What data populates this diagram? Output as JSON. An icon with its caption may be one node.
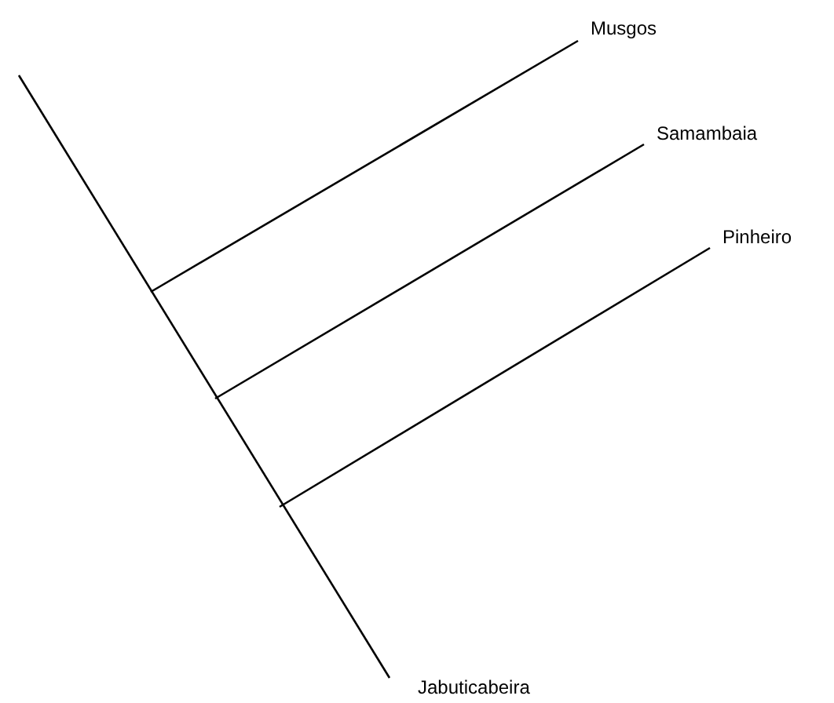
{
  "diagram": {
    "nodes": [
      {
        "text": [
          "Musgos"
        ]
      },
      {
        "text": [
          "Samambaia"
        ]
      },
      {
        "text": [
          "Pinheiro"
        ]
      },
      {
        "text": [
          "Jabuticabeira"
        ]
      }
    ],
    "edges": [
      {
        "from": null,
        "to": 3,
        "arrow": "none"
      },
      {
        "from": null,
        "to": 0,
        "arrow": "none"
      },
      {
        "from": null,
        "to": 1,
        "arrow": "none"
      },
      {
        "from": null,
        "to": 2,
        "arrow": "none"
      }
    ]
  }
}
